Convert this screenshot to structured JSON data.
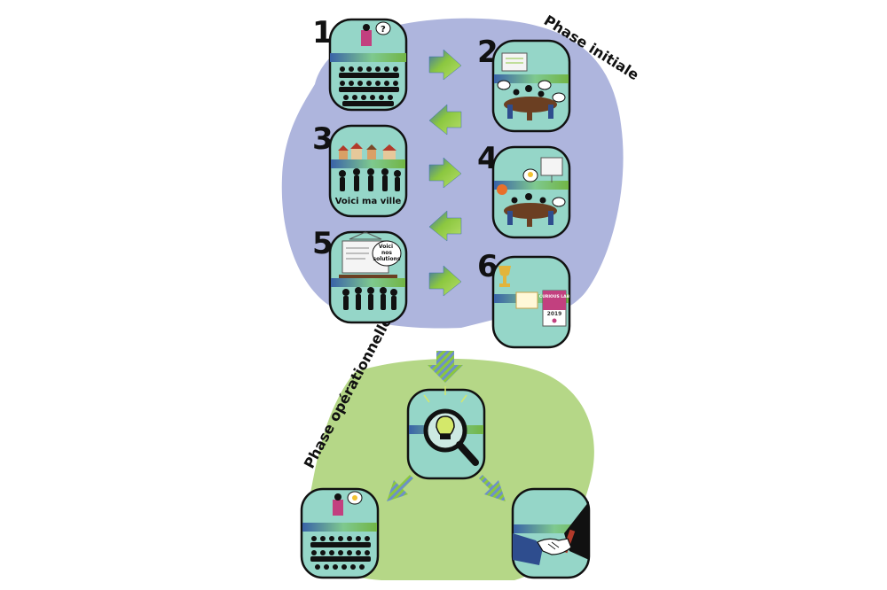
{
  "phases": {
    "initial": {
      "label": "Phase initiale"
    },
    "operational": {
      "label": "Phase opérationnelle"
    }
  },
  "steps": [
    {
      "number": "1",
      "icon": "audience-question-icon",
      "text": ""
    },
    {
      "number": "2",
      "icon": "meeting-table-icon",
      "text": ""
    },
    {
      "number": "3",
      "icon": "city-tour-icon",
      "text": "Voici ma ville"
    },
    {
      "number": "4",
      "icon": "idea-meeting-icon",
      "text": ""
    },
    {
      "number": "5",
      "icon": "solutions-presentation-icon",
      "text": "Voici nos solutions"
    },
    {
      "number": "6",
      "icon": "trophy-award-icon",
      "text": ""
    }
  ],
  "award_panel": {
    "brand": "CURIOUS LAB",
    "year": "2019"
  },
  "operational_panels": [
    {
      "icon": "magnifier-lightbulb-icon"
    },
    {
      "icon": "audience-idea-icon"
    },
    {
      "icon": "handshake-icon"
    }
  ],
  "colors": {
    "phase_initial_bg": "#aeb5dd",
    "phase_operational_bg": "#b5d787",
    "panel_fill": "#95d6c8",
    "panel_stroke": "#111111",
    "arrow_green": "#8bc73f",
    "band_blue": "#3a63a8",
    "band_green": "#72b545"
  }
}
